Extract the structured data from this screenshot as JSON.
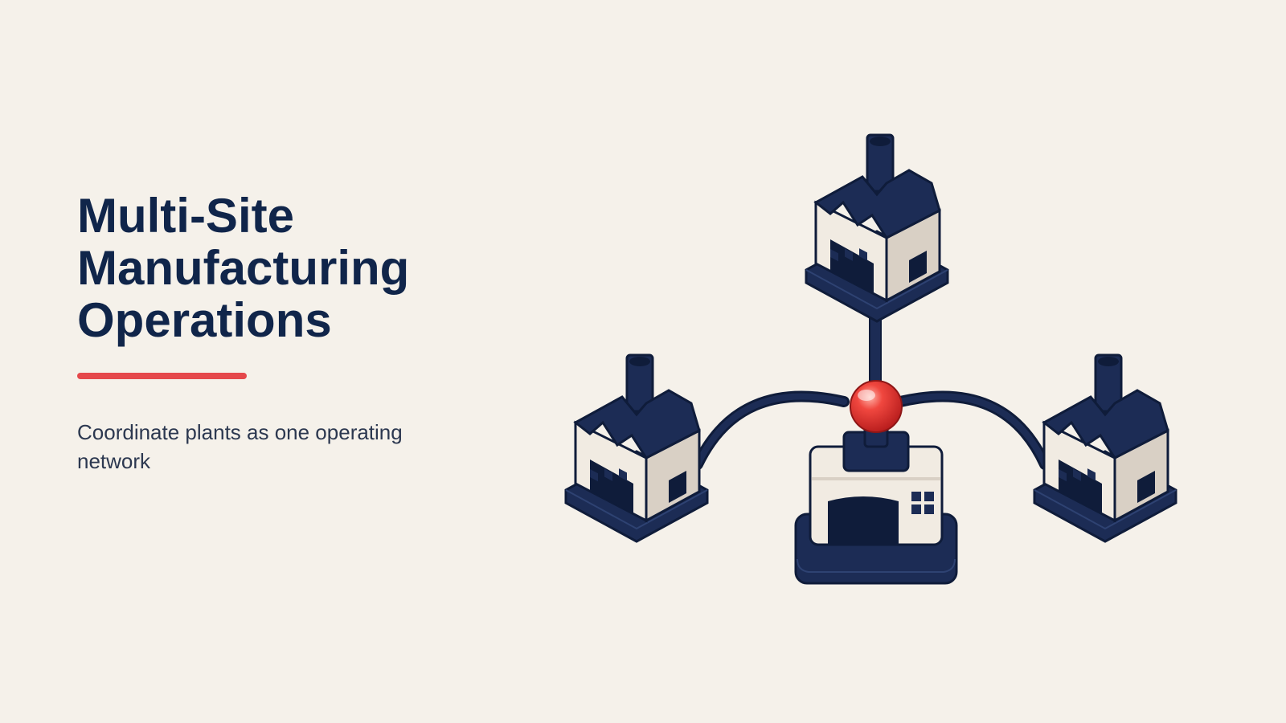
{
  "slide": {
    "title_lines": [
      "Multi-Site",
      "Manufacturing",
      "Operations"
    ],
    "subtitle": "Coordinate plants as one operating network"
  },
  "colors": {
    "background": "#f5f1ea",
    "navy": "#1c2c55",
    "navy_dark": "#0f1c3a",
    "cream": "#f1ebe2",
    "cream_shade": "#d9d0c5",
    "accent_red": "#e5484b"
  },
  "illustration": {
    "icons": [
      "factory-icon",
      "factory-icon",
      "factory-icon",
      "headquarters-icon",
      "hub-node-icon"
    ]
  }
}
